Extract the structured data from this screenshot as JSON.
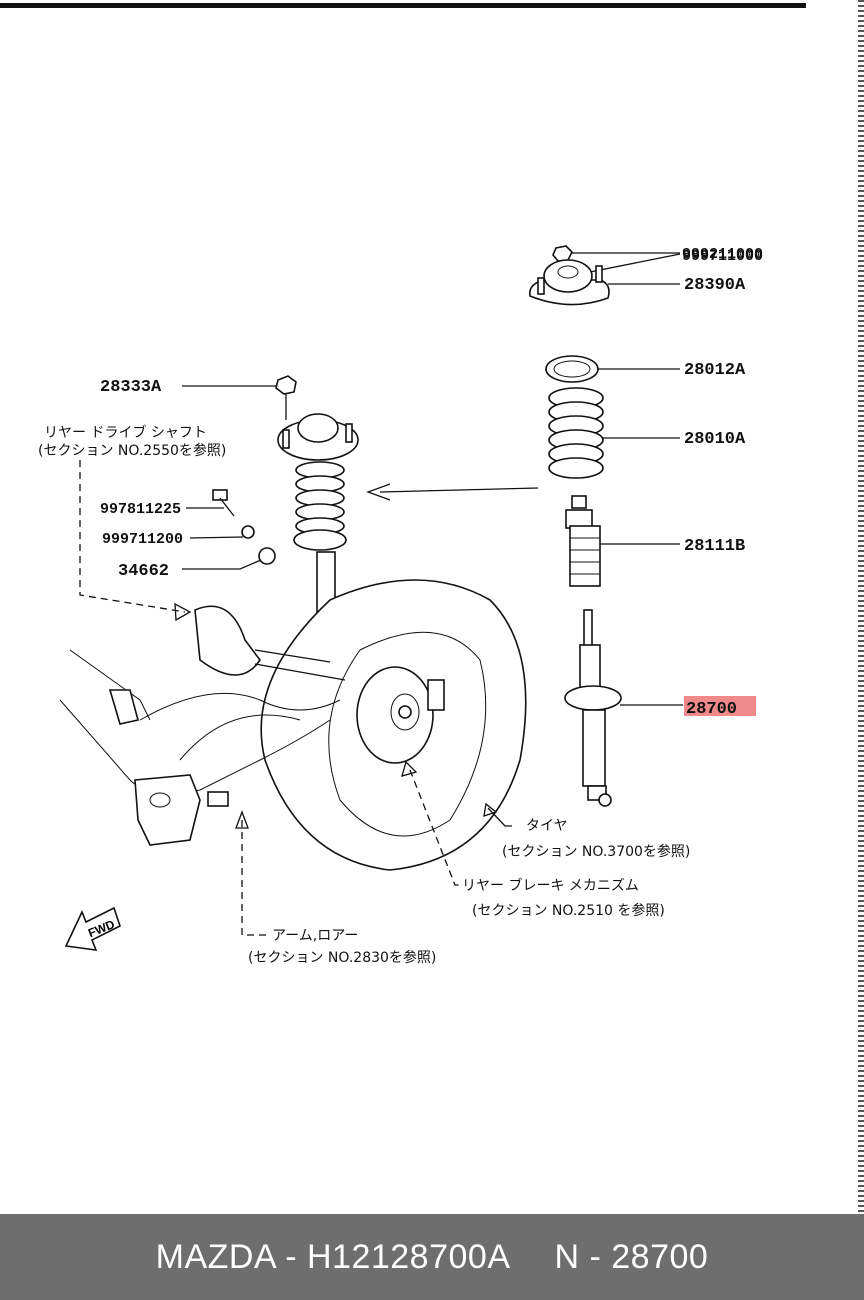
{
  "parts": [
    {
      "id": "nut",
      "code": "999211000"
    },
    {
      "id": "washer",
      "code": "999711000"
    },
    {
      "id": "mount",
      "code": "28390A"
    },
    {
      "id": "seat",
      "code": "28012A"
    },
    {
      "id": "spring",
      "code": "28010A"
    },
    {
      "id": "bump-stop",
      "code": "28111B"
    },
    {
      "id": "shock-absorber",
      "code": "28700",
      "highlighted": true
    },
    {
      "id": "strut-nut",
      "code": "28333A"
    },
    {
      "id": "bolt",
      "code": "997811225"
    },
    {
      "id": "bolt-washer",
      "code": "999711200"
    },
    {
      "id": "bushing",
      "code": "34662"
    }
  ],
  "notes": {
    "drive_shaft": "リヤー ドライブ シャフト",
    "drive_shaft_ref": "(セクション NO.2550を参照)",
    "tire": "タイヤ",
    "tire_ref": "(セクション NO.3700を参照)",
    "brake": "リヤー ブレーキ メカニズム",
    "brake_ref": "(セクション NO.2510 を参照)",
    "arm": "アーム,ロアー",
    "arm_ref": "(セクション NO.2830を参照)",
    "fwd": "FWD"
  },
  "footer": {
    "brand_part": "MAZDA - H12128700A",
    "number": "N - 28700"
  },
  "colors": {
    "highlight": "#f08a8a",
    "footer_bg": "#6e6e6e"
  }
}
